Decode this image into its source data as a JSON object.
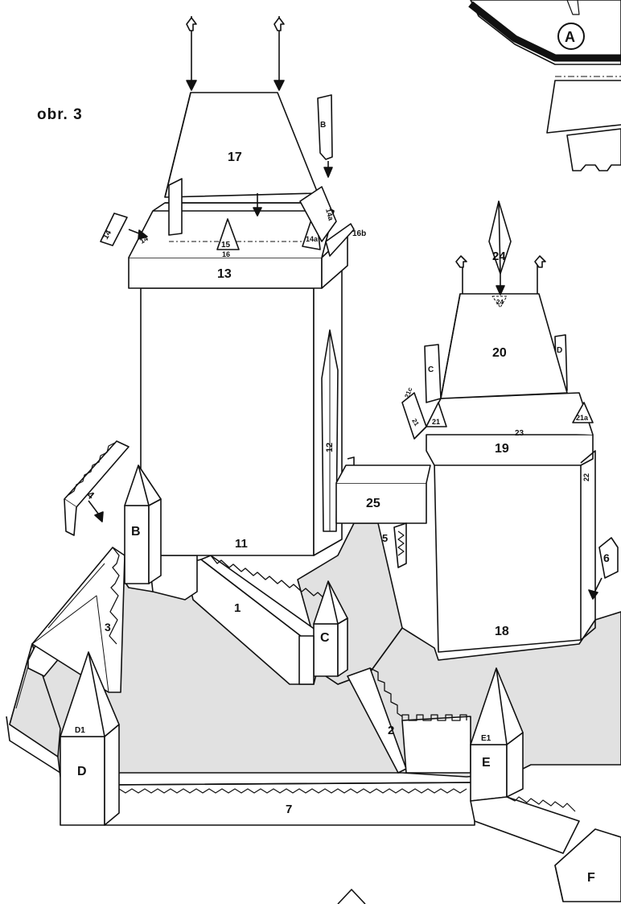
{
  "figure": {
    "title": "obr. 3"
  },
  "parts": {
    "p1": "1",
    "p2": "2",
    "p3": "3",
    "p4": "4",
    "p5": "5",
    "p6": "6",
    "p7": "7",
    "p11": "11",
    "p12": "12",
    "p13": "13",
    "p14": "14",
    "p14a": "14a",
    "p15": "15",
    "p16": "16",
    "p16b": "16b",
    "p17": "17",
    "p18": "18",
    "p19": "19",
    "p20": "20",
    "p21": "21",
    "p21a": "21a",
    "p21c": "21c",
    "p22": "22",
    "p23": "23",
    "p24": "24",
    "p24s": "24",
    "p25": "25",
    "pB": "B",
    "pC": "C",
    "pD": "D",
    "pE": "E",
    "pF": "F",
    "pD1": "D1",
    "pE1": "E1",
    "pB_tab": "B",
    "pC_tab": "C",
    "pD_tab": "D",
    "pA": "A"
  },
  "colors": {
    "ink": "#111111",
    "fill_ground": "#e1e1e1",
    "paper": "#ffffff",
    "black_band": "#111111"
  }
}
